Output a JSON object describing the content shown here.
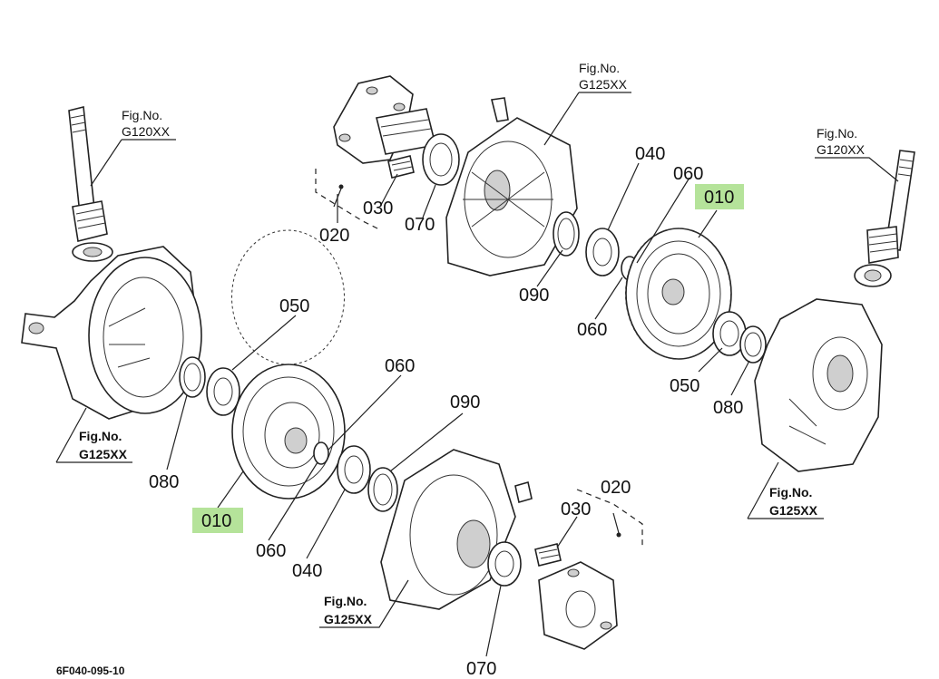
{
  "diagram": {
    "code": "6F040-095-10",
    "fig_refs": [
      {
        "line1": "Fig.No.",
        "line2": "G120XX"
      },
      {
        "line1": "Fig.No.",
        "line2": "G125XX"
      },
      {
        "line1": "Fig.No.",
        "line2": "G120XX"
      },
      {
        "line1": "Fig.No.",
        "line2": "G125XX"
      },
      {
        "line1": "Fig.No.",
        "line2": "G125XX"
      },
      {
        "line1": "Fig.No.",
        "line2": "G125XX"
      }
    ],
    "callouts": {
      "upper": [
        "020",
        "030",
        "070",
        "090",
        "040",
        "060",
        "010",
        "060",
        "050",
        "080"
      ],
      "lower": [
        "050",
        "060",
        "090",
        "080",
        "010",
        "060",
        "040",
        "020",
        "030",
        "070"
      ]
    },
    "highlight_color": "#b5e39a"
  }
}
